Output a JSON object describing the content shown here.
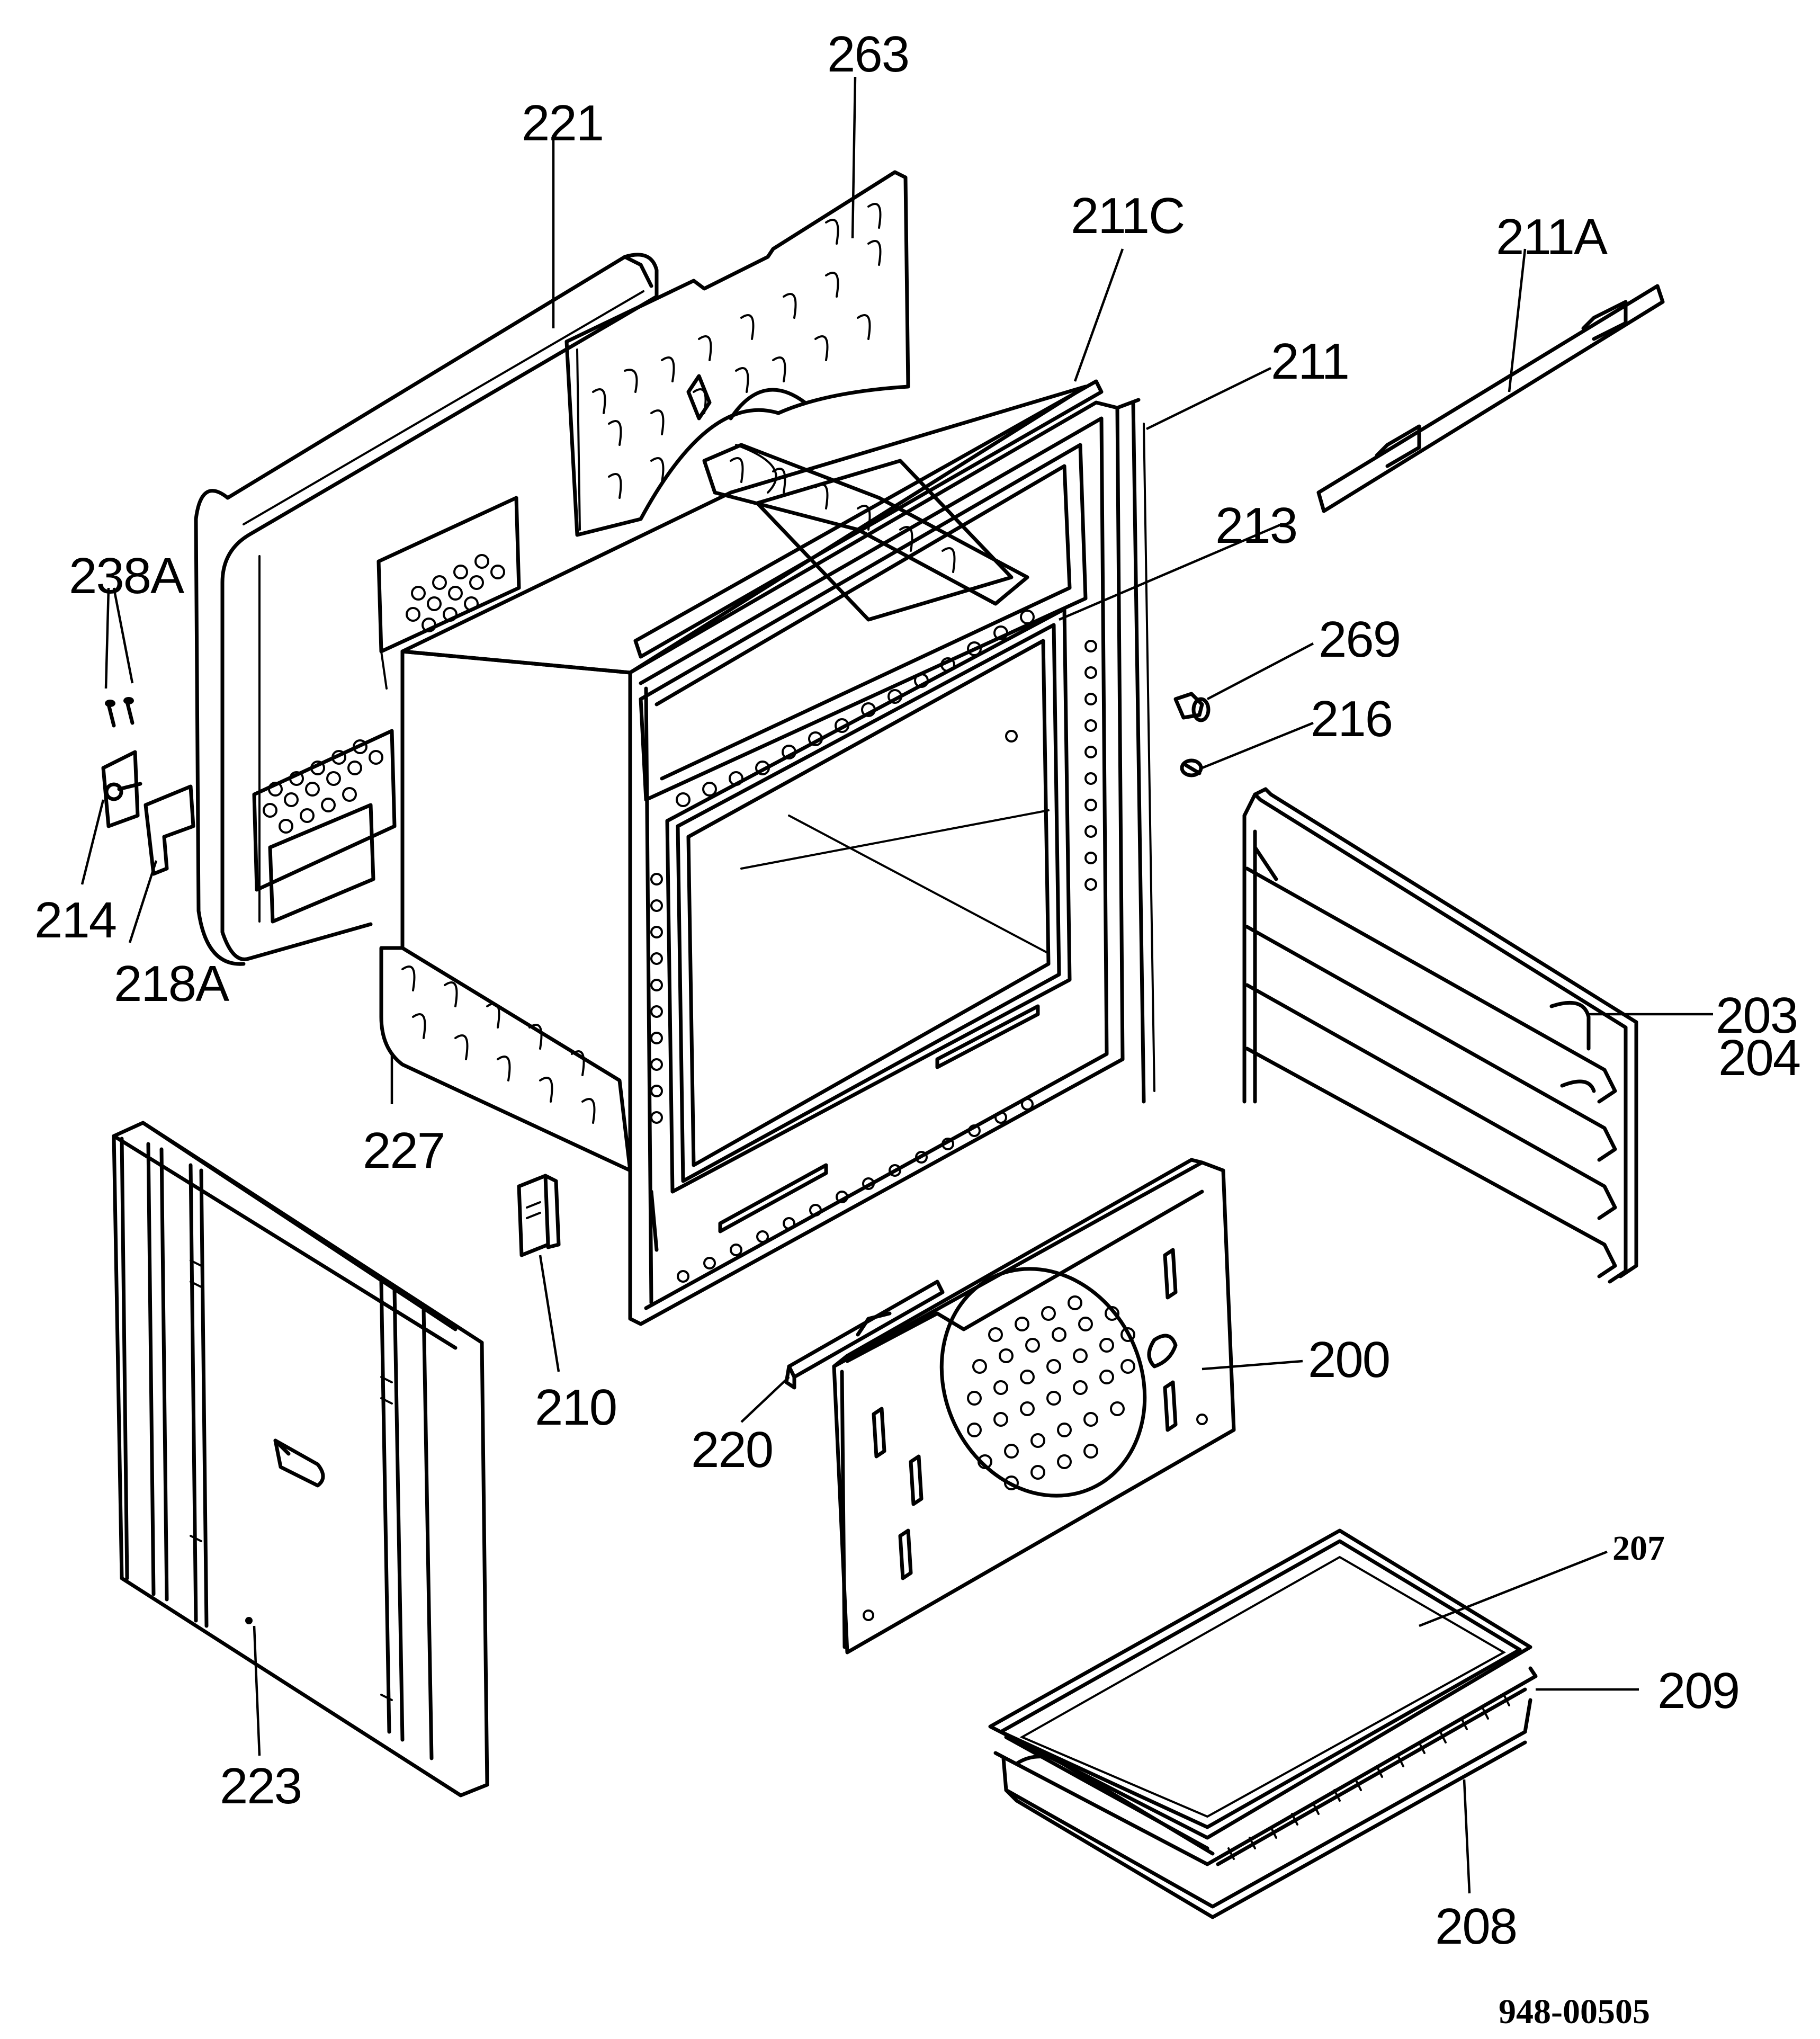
{
  "diagram": {
    "parts": [
      {
        "id": "p263",
        "label": "263"
      },
      {
        "id": "p221",
        "label": "221"
      },
      {
        "id": "p211C",
        "label": "211C"
      },
      {
        "id": "p211A",
        "label": "211A"
      },
      {
        "id": "p211",
        "label": "211"
      },
      {
        "id": "p213",
        "label": "213"
      },
      {
        "id": "p238A",
        "label": "238A"
      },
      {
        "id": "p269",
        "label": "269"
      },
      {
        "id": "p216",
        "label": "216"
      },
      {
        "id": "p214",
        "label": "214"
      },
      {
        "id": "p218A",
        "label": "218A"
      },
      {
        "id": "p203",
        "label": "203"
      },
      {
        "id": "p204",
        "label": "204"
      },
      {
        "id": "p227",
        "label": "227"
      },
      {
        "id": "p210",
        "label": "210"
      },
      {
        "id": "p200",
        "label": "200"
      },
      {
        "id": "p220",
        "label": "220"
      },
      {
        "id": "p207",
        "label": "207"
      },
      {
        "id": "p209",
        "label": "209"
      },
      {
        "id": "p223",
        "label": "223"
      },
      {
        "id": "p208",
        "label": "208"
      }
    ],
    "drawing_code": "948-00505"
  }
}
